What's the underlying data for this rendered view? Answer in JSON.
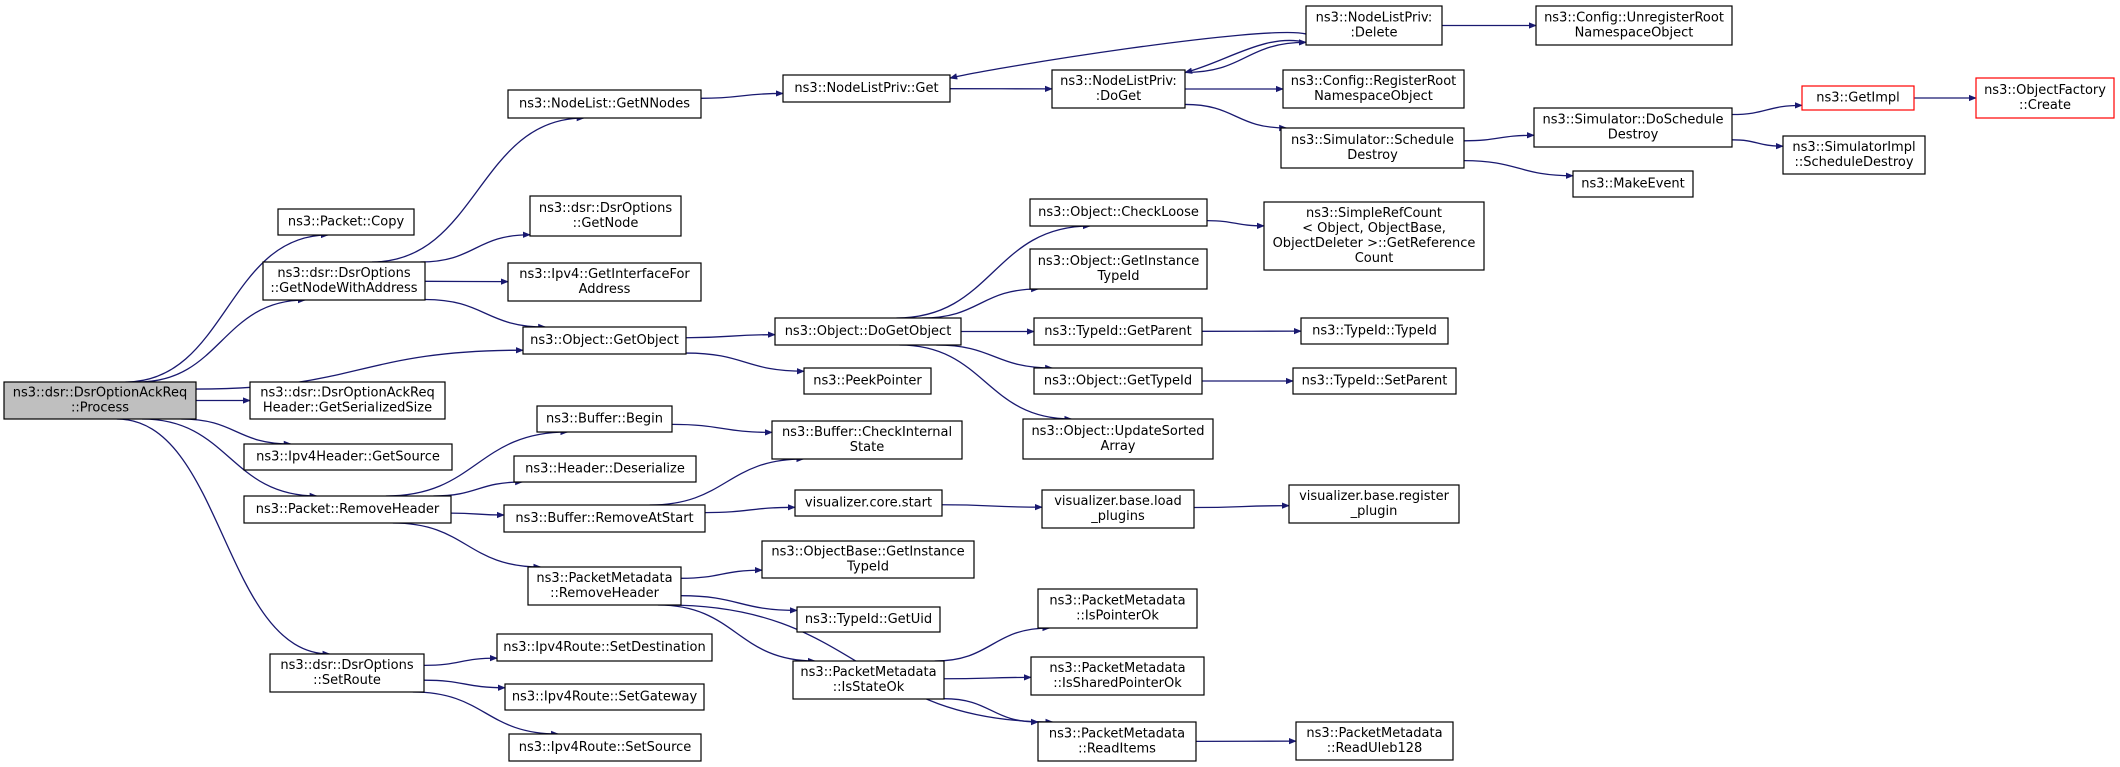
{
  "graph": {
    "colors": {
      "edge": "#191970",
      "external_border": "#ff0000",
      "root_fill": "#bfbfbf"
    },
    "nodes": [
      {
        "id": "root",
        "lines": [
          "ns3::dsr::DsrOptionAckReq",
          "::Process"
        ],
        "kind": "root"
      },
      {
        "id": "pcopy",
        "lines": [
          "ns3::Packet::Copy"
        ]
      },
      {
        "id": "gnwa",
        "lines": [
          "ns3::dsr::DsrOptions",
          "::GetNodeWithAddress"
        ]
      },
      {
        "id": "gss",
        "lines": [
          "ns3::dsr::DsrOptionAckReq",
          "Header::GetSerializedSize"
        ]
      },
      {
        "id": "gsrc",
        "lines": [
          "ns3::Ipv4Header::GetSource"
        ]
      },
      {
        "id": "rmh",
        "lines": [
          "ns3::Packet::RemoveHeader"
        ]
      },
      {
        "id": "setroute",
        "lines": [
          "ns3::dsr::DsrOptions",
          "::SetRoute"
        ]
      },
      {
        "id": "gnn",
        "lines": [
          "ns3::NodeList::GetNNodes"
        ]
      },
      {
        "id": "getnode",
        "lines": [
          "ns3::dsr::DsrOptions",
          "::GetNode"
        ]
      },
      {
        "id": "gifa",
        "lines": [
          "ns3::Ipv4::GetInterfaceFor",
          "Address"
        ]
      },
      {
        "id": "getobj",
        "lines": [
          "ns3::Object::GetObject"
        ]
      },
      {
        "id": "bbegin",
        "lines": [
          "ns3::Buffer::Begin"
        ]
      },
      {
        "id": "hdeser",
        "lines": [
          "ns3::Header::Deserialize"
        ]
      },
      {
        "id": "bras",
        "lines": [
          "ns3::Buffer::RemoveAtStart"
        ]
      },
      {
        "id": "pmrh",
        "lines": [
          "ns3::PacketMetadata",
          "::RemoveHeader"
        ]
      },
      {
        "id": "setdest",
        "lines": [
          "ns3::Ipv4Route::SetDestination"
        ]
      },
      {
        "id": "setgw",
        "lines": [
          "ns3::Ipv4Route::SetGateway"
        ]
      },
      {
        "id": "setsrc",
        "lines": [
          "ns3::Ipv4Route::SetSource"
        ]
      },
      {
        "id": "nlpget",
        "lines": [
          "ns3::NodeListPriv::Get"
        ]
      },
      {
        "id": "dgo",
        "lines": [
          "ns3::Object::DoGetObject"
        ]
      },
      {
        "id": "peek",
        "lines": [
          "ns3::PeekPointer"
        ]
      },
      {
        "id": "bcis",
        "lines": [
          "ns3::Buffer::CheckInternal",
          "State"
        ]
      },
      {
        "id": "vcs",
        "lines": [
          "visualizer.core.start"
        ]
      },
      {
        "id": "obgit",
        "lines": [
          "ns3::ObjectBase::GetInstance",
          "TypeId"
        ]
      },
      {
        "id": "tiduid",
        "lines": [
          "ns3::TypeId::GetUid"
        ]
      },
      {
        "id": "pmiso",
        "lines": [
          "ns3::PacketMetadata",
          "::IsStateOk"
        ]
      },
      {
        "id": "nlpdg",
        "lines": [
          "ns3::NodeListPriv:",
          ":DoGet"
        ]
      },
      {
        "id": "ocl",
        "lines": [
          "ns3::Object::CheckLoose"
        ]
      },
      {
        "id": "ogit",
        "lines": [
          "ns3::Object::GetInstance",
          "TypeId"
        ]
      },
      {
        "id": "tgp",
        "lines": [
          "ns3::TypeId::GetParent"
        ]
      },
      {
        "id": "ogtid",
        "lines": [
          "ns3::Object::GetTypeId"
        ]
      },
      {
        "id": "ousa",
        "lines": [
          "ns3::Object::UpdateSorted",
          "Array"
        ]
      },
      {
        "id": "vblp",
        "lines": [
          "visualizer.base.load",
          "_plugins"
        ]
      },
      {
        "id": "pmipo",
        "lines": [
          "ns3::PacketMetadata",
          "::IsPointerOk"
        ]
      },
      {
        "id": "pmispo",
        "lines": [
          "ns3::PacketMetadata",
          "::IsSharedPointerOk"
        ]
      },
      {
        "id": "pmri",
        "lines": [
          "ns3::PacketMetadata",
          "::ReadItems"
        ]
      },
      {
        "id": "nlpdel",
        "lines": [
          "ns3::NodeListPriv:",
          ":Delete"
        ]
      },
      {
        "id": "crrno",
        "lines": [
          "ns3::Config::RegisterRoot",
          "NamespaceObject"
        ]
      },
      {
        "id": "ssd",
        "lines": [
          "ns3::Simulator::Schedule",
          "Destroy"
        ]
      },
      {
        "id": "srgrc",
        "lines": [
          "ns3::SimpleRefCount",
          "< Object, ObjectBase,",
          "ObjectDeleter >::GetReference",
          "Count"
        ]
      },
      {
        "id": "tidtid",
        "lines": [
          "ns3::TypeId::TypeId"
        ]
      },
      {
        "id": "tidsp",
        "lines": [
          "ns3::TypeId::SetParent"
        ]
      },
      {
        "id": "vbrp",
        "lines": [
          "visualizer.base.register",
          "_plugin"
        ]
      },
      {
        "id": "pmru",
        "lines": [
          "ns3::PacketMetadata",
          "::ReadUleb128"
        ]
      },
      {
        "id": "curno",
        "lines": [
          "ns3::Config::UnregisterRoot",
          "NamespaceObject"
        ]
      },
      {
        "id": "sdsd",
        "lines": [
          "ns3::Simulator::DoSchedule",
          "Destroy"
        ]
      },
      {
        "id": "mev",
        "lines": [
          "ns3::MakeEvent"
        ]
      },
      {
        "id": "gimpl",
        "lines": [
          "ns3::GetImpl"
        ],
        "kind": "ext"
      },
      {
        "id": "sisd",
        "lines": [
          "ns3::SimulatorImpl",
          "::ScheduleDestroy"
        ]
      },
      {
        "id": "ofc",
        "lines": [
          "ns3::ObjectFactory",
          "::Create"
        ],
        "kind": "ext"
      }
    ],
    "edges": [
      [
        "root",
        "pcopy"
      ],
      [
        "root",
        "gnwa"
      ],
      [
        "root",
        "getobj"
      ],
      [
        "root",
        "gss"
      ],
      [
        "root",
        "gsrc"
      ],
      [
        "root",
        "rmh"
      ],
      [
        "root",
        "setroute"
      ],
      [
        "gnwa",
        "gnn"
      ],
      [
        "gnwa",
        "getnode"
      ],
      [
        "gnwa",
        "gifa"
      ],
      [
        "gnwa",
        "getobj"
      ],
      [
        "gnn",
        "nlpget"
      ],
      [
        "nlpget",
        "nlpdg"
      ],
      [
        "nlpdg",
        "nlpdel"
      ],
      [
        "nlpdel",
        "nlpdg"
      ],
      [
        "nlpdel",
        "nlpget"
      ],
      [
        "nlpdel",
        "curno"
      ],
      [
        "nlpdg",
        "crrno"
      ],
      [
        "nlpdg",
        "ssd"
      ],
      [
        "ssd",
        "sdsd"
      ],
      [
        "ssd",
        "mev"
      ],
      [
        "sdsd",
        "gimpl"
      ],
      [
        "sdsd",
        "sisd"
      ],
      [
        "gimpl",
        "ofc"
      ],
      [
        "getobj",
        "dgo"
      ],
      [
        "getobj",
        "peek"
      ],
      [
        "dgo",
        "ocl"
      ],
      [
        "dgo",
        "ogit"
      ],
      [
        "dgo",
        "tgp"
      ],
      [
        "dgo",
        "ogtid"
      ],
      [
        "dgo",
        "ousa"
      ],
      [
        "ocl",
        "srgrc"
      ],
      [
        "tgp",
        "tidtid"
      ],
      [
        "ogtid",
        "tidsp"
      ],
      [
        "rmh",
        "bbegin"
      ],
      [
        "rmh",
        "hdeser"
      ],
      [
        "rmh",
        "bras"
      ],
      [
        "rmh",
        "pmrh"
      ],
      [
        "bbegin",
        "bcis"
      ],
      [
        "bras",
        "bcis"
      ],
      [
        "bras",
        "vcs"
      ],
      [
        "vcs",
        "vblp"
      ],
      [
        "vblp",
        "vbrp"
      ],
      [
        "pmrh",
        "obgit"
      ],
      [
        "pmrh",
        "tiduid"
      ],
      [
        "pmrh",
        "pmiso"
      ],
      [
        "pmrh",
        "pmri"
      ],
      [
        "pmiso",
        "pmipo"
      ],
      [
        "pmiso",
        "pmispo"
      ],
      [
        "pmiso",
        "pmri"
      ],
      [
        "pmri",
        "pmru"
      ],
      [
        "setroute",
        "setdest"
      ],
      [
        "setroute",
        "setgw"
      ],
      [
        "setroute",
        "setsrc"
      ]
    ]
  }
}
